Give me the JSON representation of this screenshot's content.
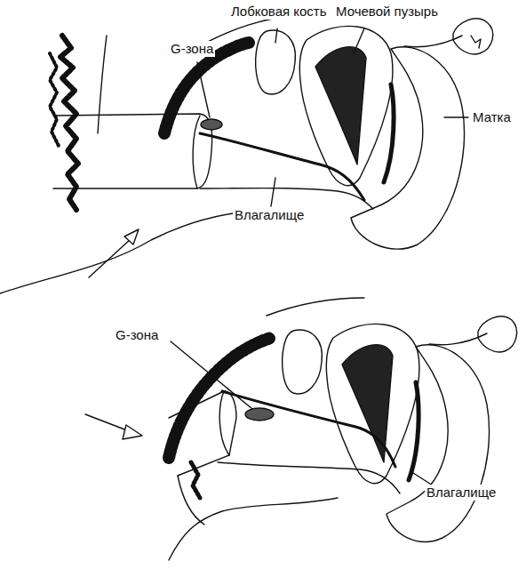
{
  "diagram": {
    "labels": [
      "Лобковая кость",
      "Мочевой пузырь",
      "G-зона",
      "Матка",
      "Влагалище",
      "G-зона",
      "Влагалище"
    ]
  }
}
